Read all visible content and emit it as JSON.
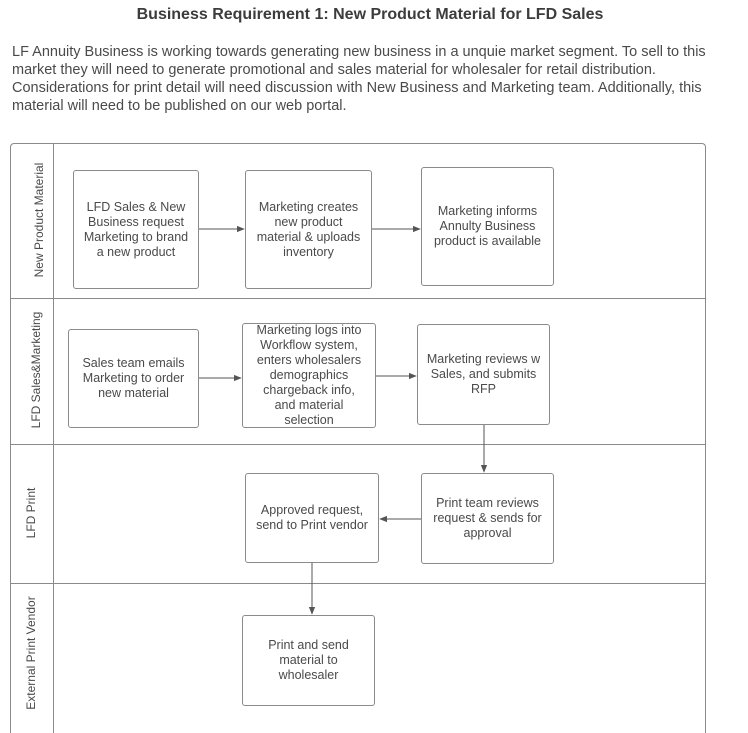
{
  "title": "Business Requirement 1: New Product Material for LFD Sales",
  "description": "LF Annuity Business is working towards generating new business in a unquie market segment. To sell to this market they will need to generate promotional and sales material for wholesaler for retail distribution. Considerations for print detail will need discussion with New Business and Marketing team. Additionally, this material will need to be published on our web portal.",
  "lanes": [
    "New Product Material",
    "LFD Sales&Marketing",
    "LFD Print",
    "External Print Vendor"
  ],
  "steps": {
    "s1": "LFD Sales & New Business request Marketing to brand a new product",
    "s2": "Marketing creates new product material & uploads inventory",
    "s3": "Marketing informs Annulty Business product is available",
    "s4": "Sales team emails Marketing to order new material",
    "s5": "Marketing logs into Workflow system, enters wholesalers demographics chargeback info, and material selection",
    "s6": "Marketing reviews w Sales, and submits RFP",
    "s7": "Approved request, send to Print vendor",
    "s8": "Print team reviews request & sends for approval",
    "s9": "Print and send material to wholesaler"
  },
  "colors": {
    "line": "#8a8a8a",
    "text": "#4a4a4a",
    "arrow": "#555555"
  }
}
